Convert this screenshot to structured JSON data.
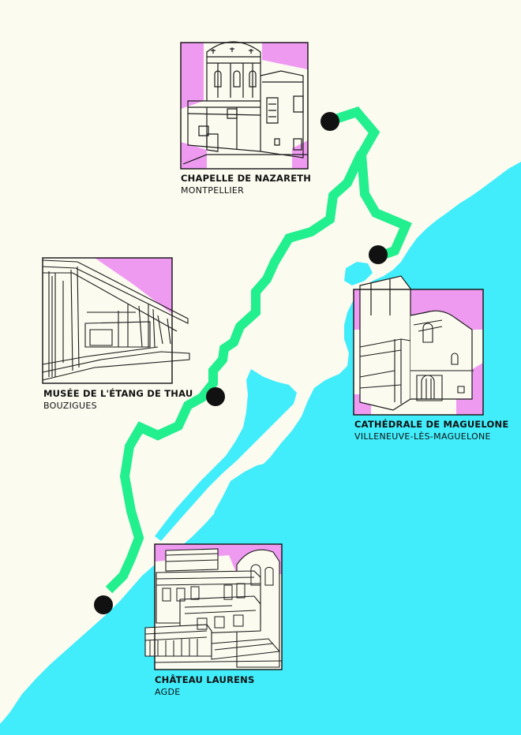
{
  "colors": {
    "background": "#fcfbf0",
    "sea": "#41edfb",
    "route": "#22ef8e",
    "frame_accent": "#ef9af1",
    "marker": "#111111",
    "line_art": "#1a1a1a"
  },
  "sites": [
    {
      "name": "CHAPELLE DE NAZARETH",
      "city": "MONTPELLIER"
    },
    {
      "name": "CATHÉDRALE DE MAGUELONE",
      "city": "VILLENEUVE-LÈS-MAGUELONE"
    },
    {
      "name": "MUSÉE DE L'ÉTANG DE THAU",
      "city": "BOUZIGUES"
    },
    {
      "name": "CHÂTEAU LAURENS",
      "city": "AGDE"
    }
  ]
}
